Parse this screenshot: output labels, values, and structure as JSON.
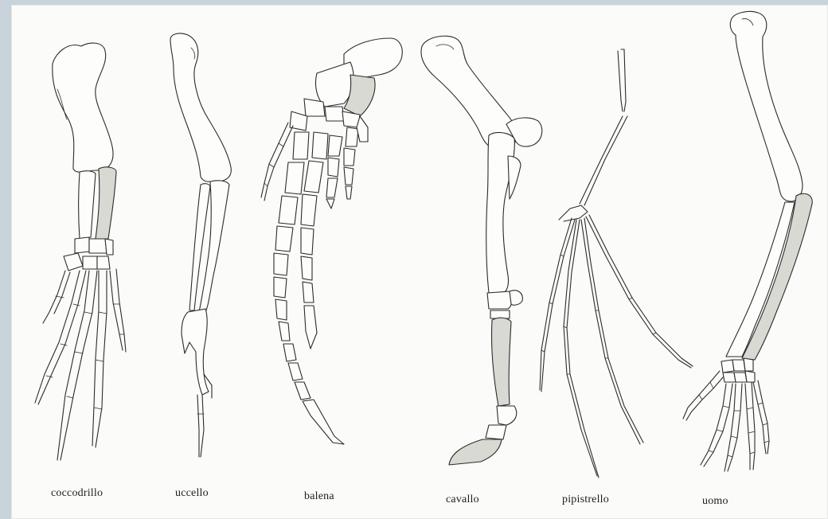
{
  "labels": {
    "crocodile": "coccodrillo",
    "bird": "uccello",
    "whale": "balena",
    "horse": "cavallo",
    "bat": "pipistrello",
    "human": "uomo"
  },
  "colors": {
    "background": "#c9d3dc",
    "paper": "#fbfbf9",
    "ink": "#2b2b2b",
    "stipple": "#d9d9d3"
  }
}
